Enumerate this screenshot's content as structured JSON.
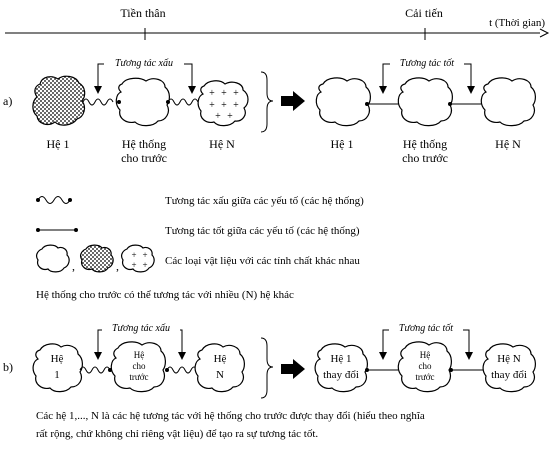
{
  "timeline": {
    "left_label": "Tiền thân",
    "right_label": "Cải tiến",
    "axis_label": "t (Thời gian)"
  },
  "section_a": {
    "marker": "a)",
    "bad_interaction_label": "Tương tác xấu",
    "good_interaction_label": "Tương tác tốt",
    "left": {
      "sys1": "Hệ 1",
      "given_line1": "Hệ thống",
      "given_line2": "cho trước",
      "sysN": "Hệ N"
    },
    "right": {
      "sys1": "Hệ 1",
      "given_line1": "Hệ thống",
      "given_line2": "cho trước",
      "sysN": "Hệ N"
    },
    "plus_glyph": "+"
  },
  "legend": {
    "bad": "Tương tác xấu giữa các yếu tố (các hệ thống)",
    "good": "Tương tác tốt giữa các yếu tố (các hệ thống)",
    "materials": "Các loại vật liệu với các tính chất khác nhau",
    "separator": ","
  },
  "note_a": "Hệ thống cho trước có thể tương tác với nhiều (N) hệ khác",
  "section_b": {
    "marker": "b)",
    "bad_interaction_label": "Tương tác xấu",
    "good_interaction_label": "Tương tác tốt",
    "left": {
      "sys1_line1": "Hệ",
      "sys1_line2": "1",
      "given_line1": "Hệ",
      "given_line2": "cho",
      "given_line3": "trước",
      "sysN_line1": "Hệ",
      "sysN_line2": "N"
    },
    "right": {
      "sys1_line1": "Hệ 1",
      "sys1_line2": "thay đổi",
      "given_line1": "Hệ",
      "given_line2": "cho",
      "given_line3": "trước",
      "sysN_line1": "Hệ N",
      "sysN_line2": "thay đổi"
    }
  },
  "note_b": {
    "line1": "Các hệ 1,..., N là các hệ tương tác với hệ thống cho trước được thay đổi (hiểu theo nghĩa",
    "line2": "rất rộng, chứ không chỉ riêng vật liệu) để tạo ra sự tương tác tốt."
  }
}
